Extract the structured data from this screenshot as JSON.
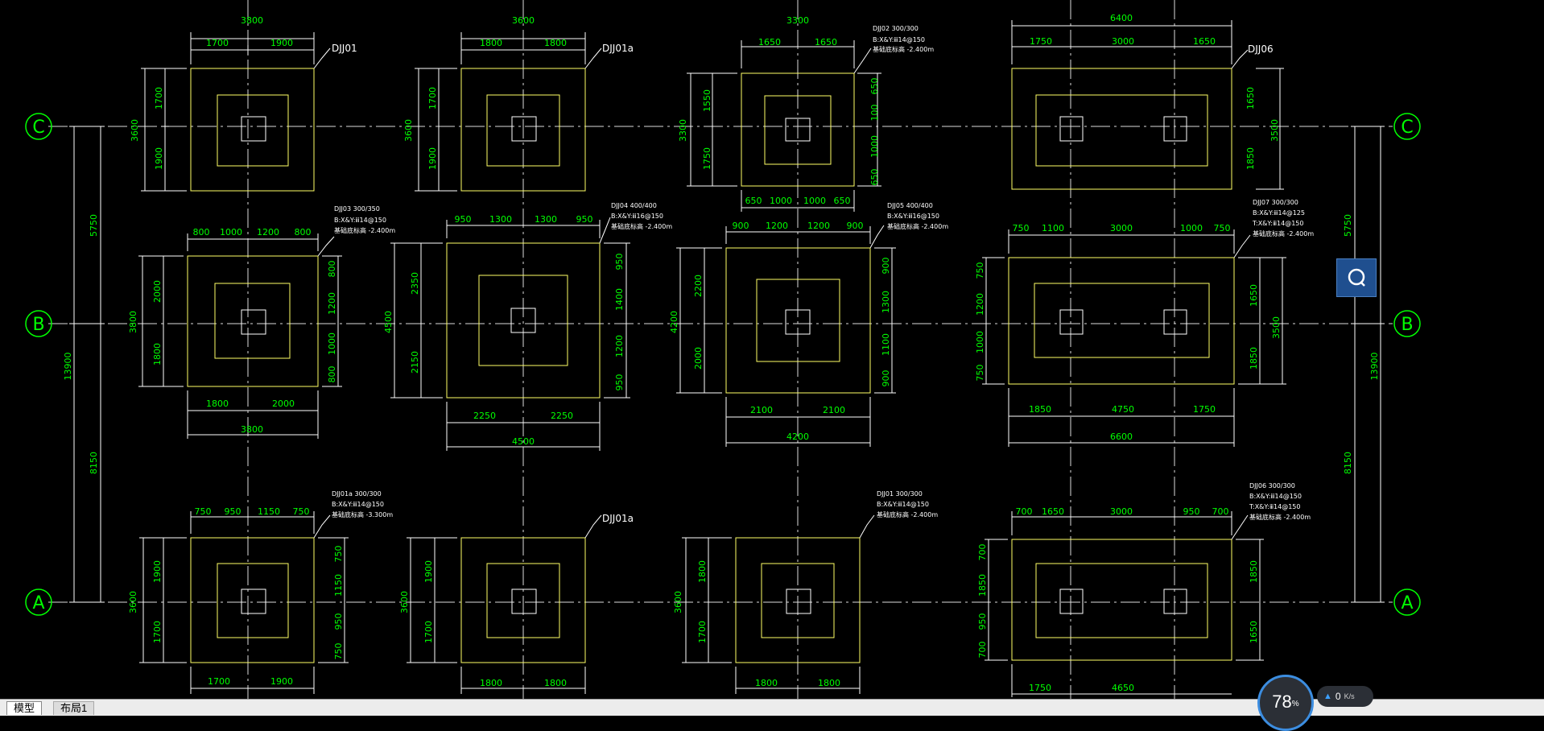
{
  "tabs": {
    "model": "模型",
    "layout1": "布局1"
  },
  "axes": {
    "c": "C",
    "b": "B",
    "a": "A"
  },
  "overall_dims": {
    "left_total": "13900",
    "left_cb": "5750",
    "left_ba": "8150",
    "right_total": "13900",
    "right_cb": "5750",
    "right_ba": "8150"
  },
  "footings": {
    "r1c1": {
      "name": "DJJ01",
      "top_total": "3800",
      "top_a": "1700",
      "top_b": "1900",
      "side_a": "1700",
      "side_b": "1900",
      "side_total": "3600"
    },
    "r1c2": {
      "name": "DJJ01a",
      "top_total": "3600",
      "top_a": "1800",
      "top_b": "1800",
      "side_a": "1700",
      "side_b": "1900",
      "side_total": "3600"
    },
    "r1c3": {
      "name": "DJJ02 300/300",
      "spec1": "B:X&Y:ⅲ14@150",
      "spec2": "基础底标高 -2.400m",
      "top_total": "3300",
      "top_a": "1650",
      "top_b": "1650",
      "side_a": "1550",
      "side_b": "1750",
      "side_total": "3300",
      "r1": "650",
      "r2": "100",
      "r3": "1000",
      "r4": "650",
      "b1": "650",
      "b2": "1000",
      "b3": "1000",
      "b4": "650"
    },
    "r1c4": {
      "name": "DJJ06",
      "top_total": "6400",
      "top_a": "1750",
      "top_b": "3000",
      "top_c": "1650",
      "side_a": "1650",
      "side_b": "1850",
      "side_total": "3500"
    },
    "r2c1": {
      "name": "DJJ03 300/350",
      "spec1": "B:X&Y:ⅲ14@150",
      "spec2": "基础底标高 -2.400m",
      "top_a": "800",
      "top_b": "1000",
      "top_c": "1200",
      "top_d": "800",
      "side_a": "2000",
      "side_b": "1800",
      "side_total": "3800",
      "r1": "800",
      "r2": "1200",
      "r3": "1000",
      "r4": "800",
      "bot_a": "1800",
      "bot_b": "2000",
      "bot_total": "3800"
    },
    "r2c2": {
      "name": "DJJ04 400/400",
      "spec1": "B:X&Y:ⅲ16@150",
      "spec2": "基础底标高 -2.400m",
      "top_a": "950",
      "top_b": "1300",
      "top_c": "1300",
      "top_d": "950",
      "side_a": "2350",
      "side_b": "2150",
      "side_total": "4500",
      "r1": "950",
      "r2": "1400",
      "r3": "1200",
      "r4": "950",
      "bot_a": "2250",
      "bot_b": "2250",
      "bot_total": "4500"
    },
    "r2c3": {
      "name": "DJJ05 400/400",
      "spec1": "B:X&Y:ⅲ16@150",
      "spec2": "基础底标高 -2.400m",
      "top_a": "900",
      "top_b": "1200",
      "top_c": "1200",
      "top_d": "900",
      "side_a": "2200",
      "side_b": "2000",
      "side_total": "4200",
      "r1": "900",
      "r2": "1300",
      "r3": "1100",
      "r4": "900",
      "bot_a": "2100",
      "bot_b": "2100",
      "bot_total": "4200"
    },
    "r2c4": {
      "name": "DJJ07 300/300",
      "spec1": "B:X&Y:ⅲ14@125",
      "spec2": "T:X&Y:ⅲ14@150",
      "spec3": "基础底标高 -2.400m",
      "top_a": "750",
      "top_b": "1100",
      "top_c": "3000",
      "top_d": "1000",
      "top_e": "750",
      "l1": "750",
      "l2": "1200",
      "l3": "1000",
      "l4": "750",
      "side_a": "1650",
      "side_b": "1850",
      "side_total": "3500",
      "bot_a": "1850",
      "bot_b": "4750",
      "bot_c": "1750",
      "bot_total": "6600"
    },
    "r3c1": {
      "name": "DJJ01a 300/300",
      "spec1": "B:X&Y:ⅲ14@150",
      "spec2": "基础底标高 -3.300m",
      "top_a": "750",
      "top_b": "950",
      "top_c": "1150",
      "top_d": "750",
      "side_a": "1900",
      "side_b": "1700",
      "side_total": "3600",
      "r1": "750",
      "r2": "1150",
      "r3": "950",
      "r4": "750",
      "bot_a": "1700",
      "bot_b": "1900"
    },
    "r3c2": {
      "name": "DJJ01a",
      "side_a": "1900",
      "side_b": "1700",
      "side_total": "3600",
      "bot_a": "1800",
      "bot_b": "1800"
    },
    "r3c3": {
      "name": "DJJ01 300/300",
      "spec1": "B:X&Y:ⅲ14@150",
      "spec2": "基础底标高 -2.400m",
      "side_a": "1800",
      "side_b": "1700",
      "side_total": "3600",
      "bot_a": "1800",
      "bot_b": "1800"
    },
    "r3c4": {
      "name": "DJJ06 300/300",
      "spec1": "B:X&Y:ⅲ14@150",
      "spec2": "T:X&Y:ⅲ14@150",
      "spec3": "基础底标高 -2.400m",
      "top_a": "700",
      "top_b": "1650",
      "top_c": "3000",
      "top_d": "950",
      "top_e": "700",
      "l1": "700",
      "l2": "1850",
      "l3": "950",
      "l4": "700",
      "side_a": "1850",
      "side_b": "1650",
      "bot_a": "1750",
      "bot_b": "4650"
    }
  },
  "status": {
    "cpu": "78",
    "cpu_unit": "%",
    "net": "0",
    "net_unit": "K/s"
  },
  "colors": {
    "background": "#000000",
    "dim": "#00ff00",
    "outline": "#ffff66",
    "line": "#ffffff"
  }
}
